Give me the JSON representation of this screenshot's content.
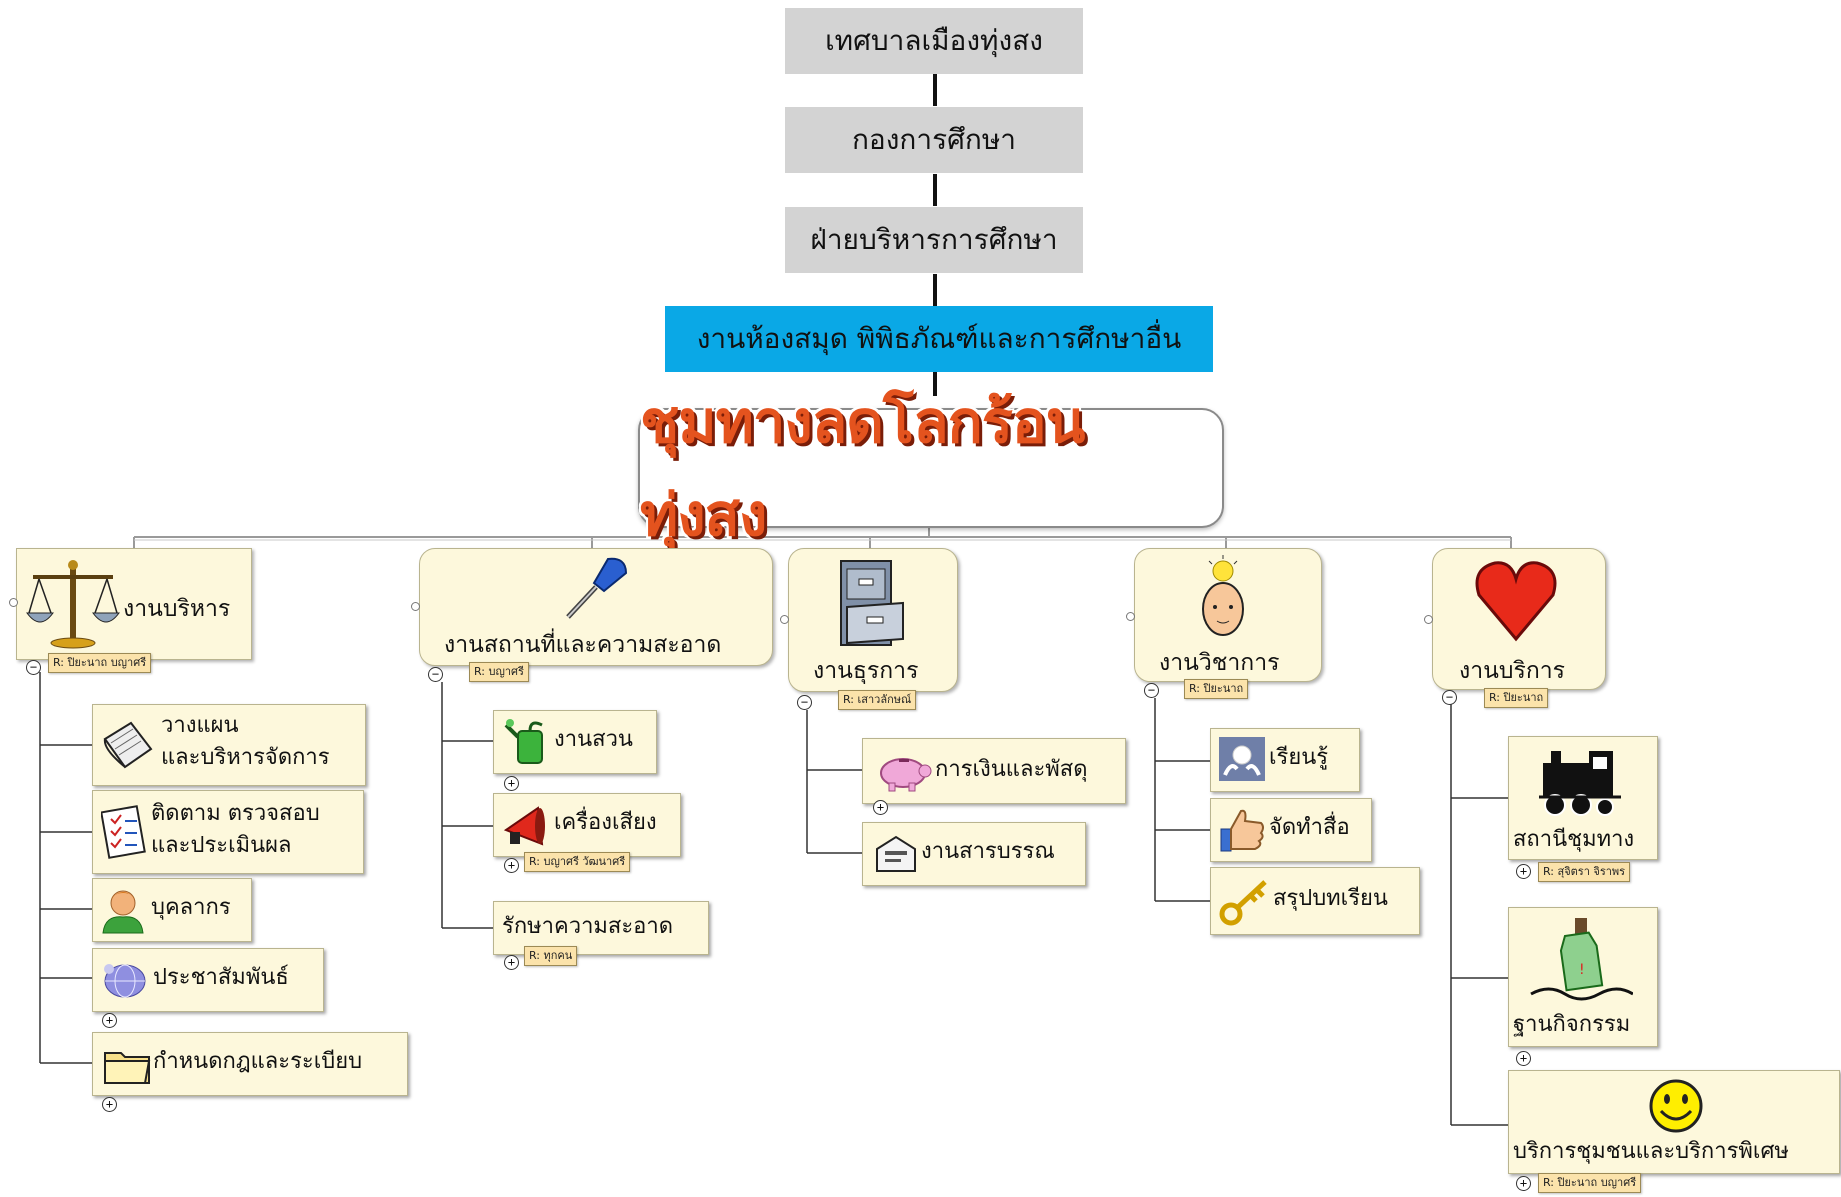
{
  "hierarchy": [
    "เทศบาลเมืองทุ่งสง",
    "กองการศึกษา",
    "ฝ่ายบริหารการศึกษา",
    "งานห้องสมุด พิพิธภัณฑ์และการศึกษาอื่น"
  ],
  "central_title": "ชุมทางลดโลกร้อน ทุ่งสง",
  "colors": {
    "hierarchy_box": "#d3d3d3",
    "highlight_box": "#0aa8e6",
    "title_text": "#e4531e",
    "card_bg": "#fdf8dc",
    "resource_tag": "#fbe3ab"
  },
  "branches": [
    {
      "label": "งานบริหาร",
      "icon": "scales-icon",
      "resource": "R: ปิยะนาถ  บญาศรี",
      "leaves": [
        {
          "label_lines": [
            "วางแผน",
            "และบริหารจัดการ"
          ],
          "icon": "notepad-icon"
        },
        {
          "label_lines": [
            "ติดตาม ตรวจสอบ",
            "และประเมินผล"
          ],
          "icon": "checklist-icon"
        },
        {
          "label_lines": [
            "บุคลากร"
          ],
          "icon": "person-icon"
        },
        {
          "label_lines": [
            "ประชาสัมพันธ์"
          ],
          "icon": "globe-icon"
        },
        {
          "label_lines": [
            "กำหนดกฎและระเบียบ"
          ],
          "icon": "folder-icon"
        }
      ]
    },
    {
      "label": "งานสถานที่และความสะอาด",
      "icon": "screwdriver-icon",
      "resource": "R: บญาศรี",
      "leaves": [
        {
          "label_lines": [
            "งานสวน"
          ],
          "icon": "watering-can-icon"
        },
        {
          "label_lines": [
            "เครื่องเสียง"
          ],
          "icon": "megaphone-icon",
          "resource": "R: บญาศรี วัฒนาศรี"
        },
        {
          "label_lines": [
            "รักษาความสะอาด"
          ],
          "icon": "",
          "resource": "R: ทุกคน"
        }
      ]
    },
    {
      "label": "งานธุรการ",
      "icon": "file-cabinet-icon",
      "resource": "R: เสาวลักษณ์",
      "leaves": [
        {
          "label_lines": [
            "การเงินและพัสดุ"
          ],
          "icon": "piggy-bank-icon"
        },
        {
          "label_lines": [
            "งานสารบรรณ"
          ],
          "icon": "envelope-icon"
        }
      ]
    },
    {
      "label": "งานวิชาการ",
      "icon": "lightbulb-head-icon",
      "resource": "R: ปิยะนาถ",
      "leaves": [
        {
          "label_lines": [
            "เรียนรู้"
          ],
          "icon": "idea-icon"
        },
        {
          "label_lines": [
            "จัดทำสื่อ"
          ],
          "icon": "thumbs-up-icon"
        },
        {
          "label_lines": [
            "สรุปบทเรียน"
          ],
          "icon": "key-icon"
        }
      ]
    },
    {
      "label": "งานบริการ",
      "icon": "heart-icon",
      "resource": "R: ปิยะนาถ",
      "leaves": [
        {
          "label_lines": [
            "สถานีชุมทาง"
          ],
          "icon": "train-icon",
          "resource": "R: สุจิตรา  จิราพร"
        },
        {
          "label_lines": [
            "ฐานกิจกรรม"
          ],
          "icon": "bottle-icon"
        },
        {
          "label_lines": [
            "บริการชุมชนและบริการพิเศษ"
          ],
          "icon": "smiley-icon",
          "resource": "R: ปิยะนาถ บญาศรี"
        }
      ]
    }
  ]
}
